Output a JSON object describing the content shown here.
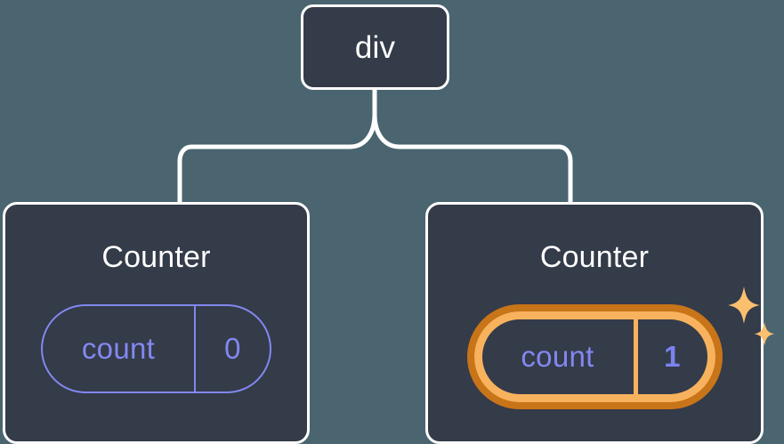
{
  "diagram": {
    "type": "component-tree",
    "background_color": "#4a6570",
    "node_fill": "#343b49",
    "node_stroke": "#ffffff",
    "accent_purple": "#8288ef",
    "highlight_outer": "#c87418",
    "highlight_inner": "#f8b25d",
    "root": {
      "label": "div"
    },
    "children": [
      {
        "label": "Counter",
        "state": {
          "key": "count",
          "value": "0"
        },
        "highlighted": false
      },
      {
        "label": "Counter",
        "state": {
          "key": "count",
          "value": "1"
        },
        "highlighted": true,
        "sparkle_icons": [
          "sparkle-large",
          "sparkle-small"
        ]
      }
    ]
  }
}
